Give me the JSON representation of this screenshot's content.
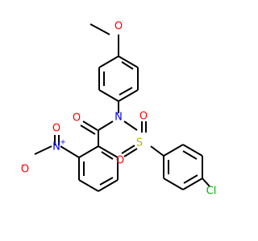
{
  "molecule": {
    "colors": {
      "carbon": "#000000",
      "oxygen": "#ff0000",
      "nitrogen": "#0000ff",
      "sulfur": "#b7b700",
      "chlorine": "#00b000"
    },
    "labels": {
      "methoxy_o": "O",
      "amide_o": "O",
      "amide_n": "N",
      "sulfonyl_s": "S",
      "sulfonyl_o1": "O",
      "sulfonyl_o2": "O",
      "nitro_n": "N",
      "nitro_o_minus": "O",
      "nitro_o": "O",
      "chloro": "Cl",
      "nitro_plus": "+",
      "nitro_minus": "-"
    }
  }
}
